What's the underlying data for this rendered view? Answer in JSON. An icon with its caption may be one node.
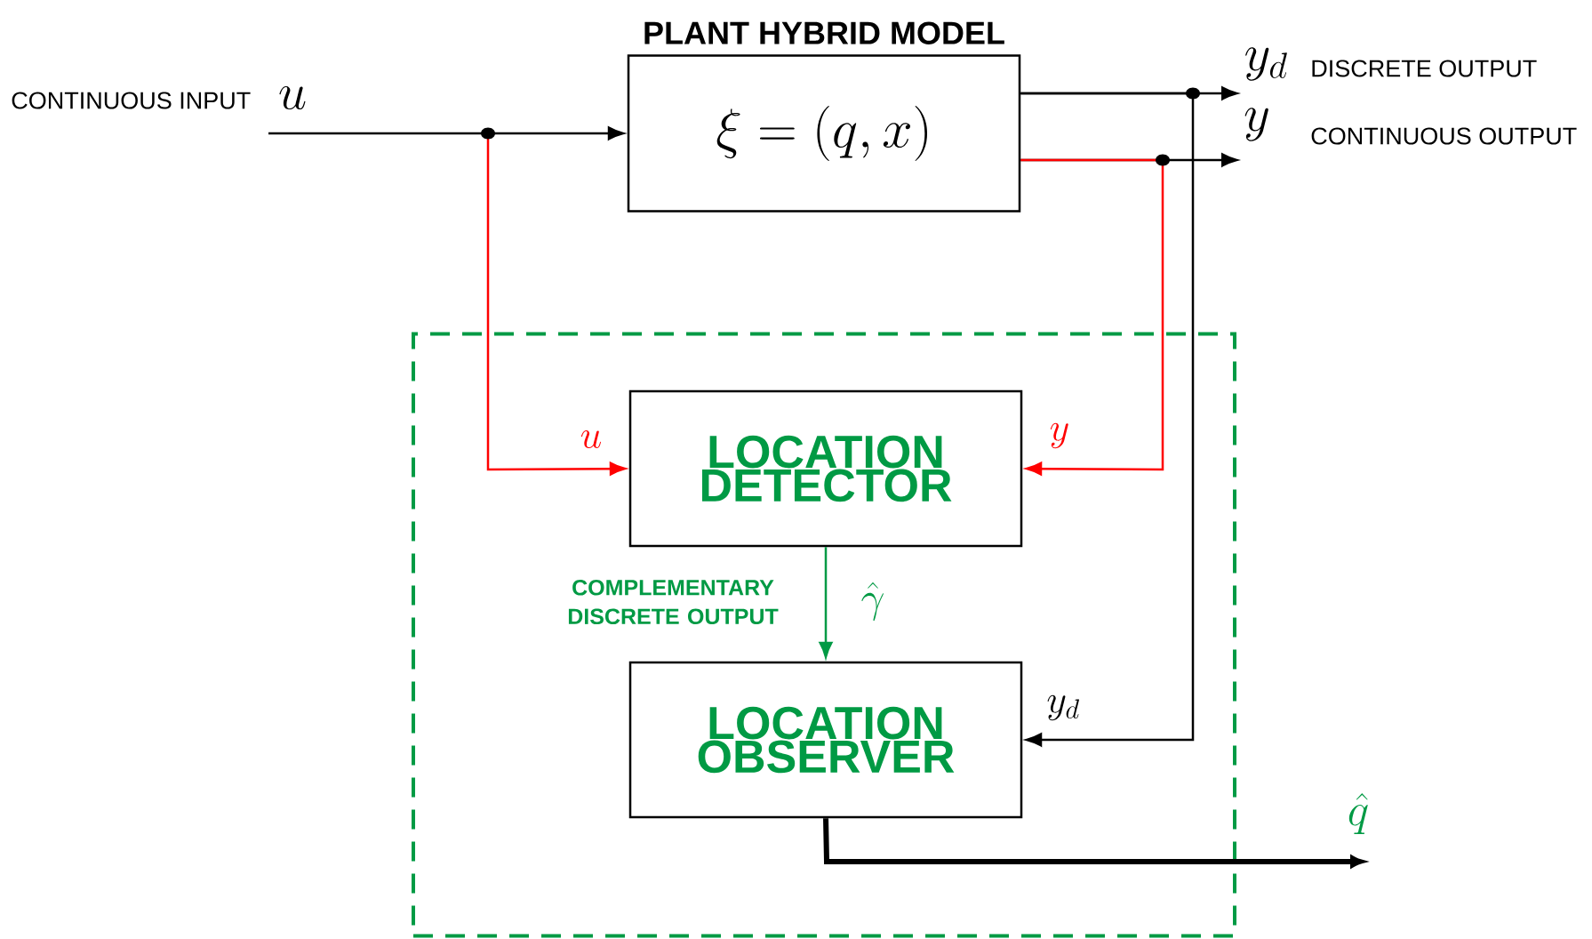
{
  "diagram": {
    "nodes": [
      {
        "text": [
          "PLANT HYBRID MODEL",
          "\\xi = (q, x)"
        ]
      },
      {
        "text": [],
        "shape": "box"
      },
      {
        "text": [
          "LOCATION DETECTOR"
        ],
        "in": 1
      },
      {
        "text": [
          "LOCATION OBSERVER"
        ],
        "in": 1
      }
    ],
    "edges": [
      {
        "from": null,
        "to": 0,
        "arrow": "to",
        "label": "u"
      },
      {
        "from": null,
        "to": 2,
        "arrow": "to",
        "label": "u",
        "color": "#ff0000"
      },
      {
        "from": 0,
        "to": null,
        "arrow": "to",
        "label": "y_d"
      },
      {
        "from": 0,
        "to": null,
        "arrow": "to",
        "label": "y"
      },
      {
        "from": 0,
        "to": 2,
        "arrow": "to",
        "label": "y",
        "color": "#ff0000"
      },
      {
        "from": 0,
        "to": 3,
        "arrow": "to",
        "label": "y_d"
      },
      {
        "from": 2,
        "to": 3,
        "arrow": "to",
        "label": "\\hat{\\gamma}",
        "color": "#009a44"
      },
      {
        "from": 3,
        "to": null,
        "arrow": "to",
        "label": "\\hat{q}",
        "style": "thick"
      }
    ],
    "labels": [
      "CONTINUOUS INPUT",
      "DISCRETE OUTPUT",
      "CONTINUOUS OUTPUT",
      "COMPLEMENTARY DISCRETE OUTPUT"
    ]
  }
}
